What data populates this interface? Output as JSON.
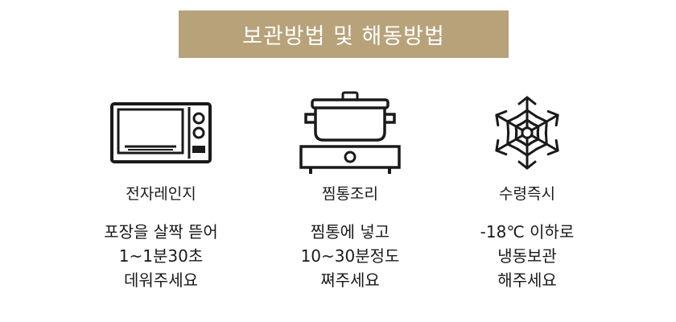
{
  "header": {
    "title": "보관방법 및 해동방법"
  },
  "methods": [
    {
      "icon": "microwave-icon",
      "label": "전자레인지",
      "lines": [
        "포장을 살짝 뜯어",
        "1~1분30초",
        "데워주세요"
      ]
    },
    {
      "icon": "steamer-pot-icon",
      "label": "찜통조리",
      "lines": [
        "찜통에 넣고",
        "10~30분정도",
        "쪄주세요"
      ]
    },
    {
      "icon": "snowflake-icon",
      "label": "수령즉시",
      "lines": [
        "-18℃ 이하로",
        "냉동보관",
        "해주세요"
      ]
    }
  ],
  "colors": {
    "banner_bg": "#b8a27a",
    "banner_text": "#ffffff",
    "icon_stroke": "#1a1a1a"
  }
}
